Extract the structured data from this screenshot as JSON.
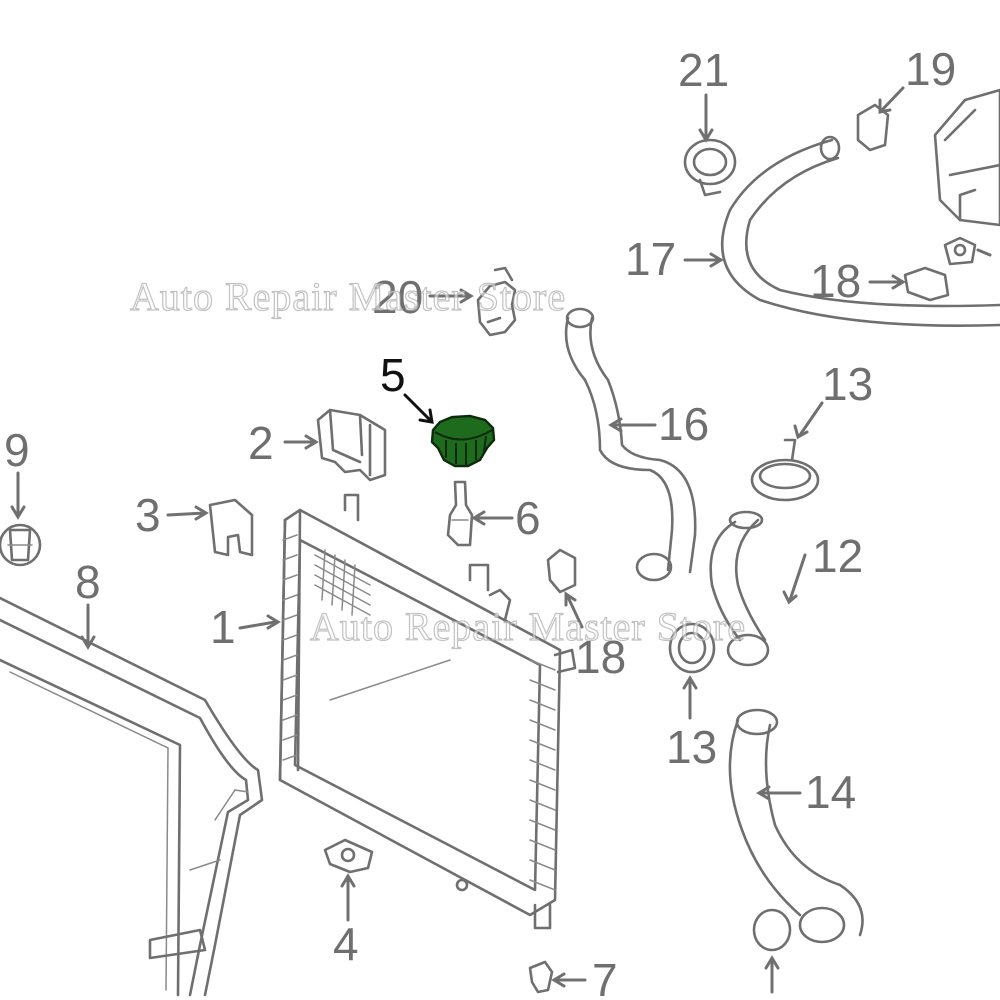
{
  "watermarks": [
    "Auto Repair Master Store",
    "Auto Repair Master Store"
  ],
  "callouts": {
    "c1": "1",
    "c2": "2",
    "c3": "3",
    "c4": "4",
    "c5": "5",
    "c6": "6",
    "c7": "7",
    "c8": "8",
    "c9": "9",
    "c12": "12",
    "c13a": "13",
    "c13b": "13",
    "c14": "14",
    "c16": "16",
    "c17": "17",
    "c18a": "18",
    "c18b": "18",
    "c19": "19",
    "c20": "20",
    "c21": "21"
  },
  "highlight": {
    "part": "5",
    "color": "#1e6b1e"
  },
  "colors": {
    "line": "#6f6f6f",
    "highlight_text": "#111111",
    "background": "#ffffff"
  }
}
